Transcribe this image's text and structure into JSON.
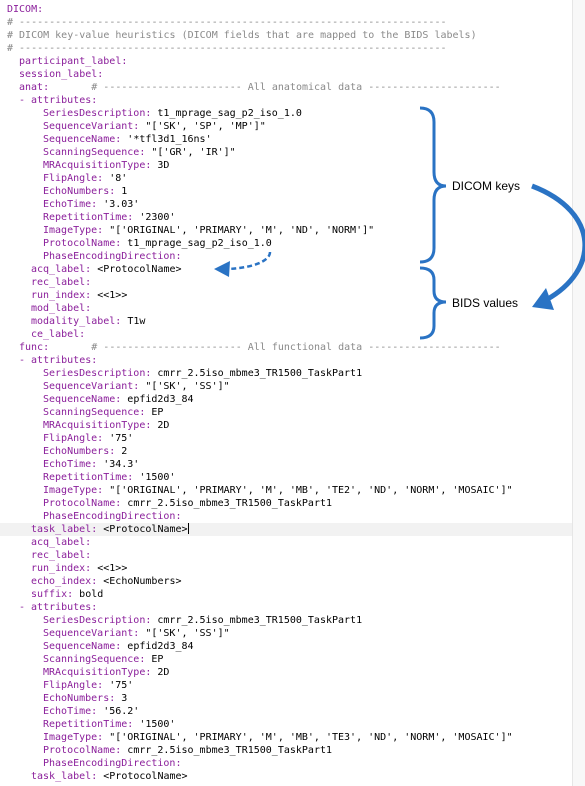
{
  "accent": "#2a73c4",
  "annotations": {
    "dicom_keys": "DICOM keys",
    "bids_values": "BIDS values"
  },
  "lines": [
    {
      "i": 0,
      "k": "DICOM:",
      "v": "",
      "c": ""
    },
    {
      "i": 0,
      "k": "",
      "v": "",
      "c": "# -----------------------------------------------------------------------"
    },
    {
      "i": 0,
      "k": "",
      "v": "",
      "c": "# DICOM key-value heuristics (DICOM fields that are mapped to the BIDS labels)"
    },
    {
      "i": 0,
      "k": "",
      "v": "",
      "c": "# -----------------------------------------------------------------------"
    },
    {
      "i": 2,
      "k": "participant_label:",
      "v": "",
      "c": ""
    },
    {
      "i": 2,
      "k": "session_label:",
      "v": "",
      "c": ""
    },
    {
      "i": 2,
      "k": "anat:",
      "v": "",
      "c": "       # ----------------------- All anatomical data ----------------------"
    },
    {
      "i": 2,
      "k": "- attributes:",
      "v": "",
      "c": ""
    },
    {
      "i": 6,
      "k": "SeriesDescription:",
      "v": " t1_mprage_sag_p2_iso_1.0",
      "c": ""
    },
    {
      "i": 6,
      "k": "SequenceVariant:",
      "v": " \"['SK', 'SP', 'MP']\"",
      "c": ""
    },
    {
      "i": 6,
      "k": "SequenceName:",
      "v": " '*tfl3d1_16ns'",
      "c": ""
    },
    {
      "i": 6,
      "k": "ScanningSequence:",
      "v": " \"['GR', 'IR']\"",
      "c": ""
    },
    {
      "i": 6,
      "k": "MRAcquisitionType:",
      "v": " 3D",
      "c": ""
    },
    {
      "i": 6,
      "k": "FlipAngle:",
      "v": " '8'",
      "c": ""
    },
    {
      "i": 6,
      "k": "EchoNumbers:",
      "v": " 1",
      "c": ""
    },
    {
      "i": 6,
      "k": "EchoTime:",
      "v": " '3.03'",
      "c": ""
    },
    {
      "i": 6,
      "k": "RepetitionTime:",
      "v": " '2300'",
      "c": ""
    },
    {
      "i": 6,
      "k": "ImageType:",
      "v": " \"['ORIGINAL', 'PRIMARY', 'M', 'ND', 'NORM']\"",
      "c": ""
    },
    {
      "i": 6,
      "k": "ProtocolName:",
      "v": " t1_mprage_sag_p2_iso_1.0",
      "c": ""
    },
    {
      "i": 6,
      "k": "PhaseEncodingDirection:",
      "v": "",
      "c": ""
    },
    {
      "i": 4,
      "k": "acq_label:",
      "v": " <ProtocolName>",
      "c": ""
    },
    {
      "i": 4,
      "k": "rec_label:",
      "v": "",
      "c": ""
    },
    {
      "i": 4,
      "k": "run_index:",
      "v": " <<1>>",
      "c": ""
    },
    {
      "i": 4,
      "k": "mod_label:",
      "v": "",
      "c": ""
    },
    {
      "i": 4,
      "k": "modality_label:",
      "v": " T1w",
      "c": ""
    },
    {
      "i": 4,
      "k": "ce_label:",
      "v": "",
      "c": ""
    },
    {
      "i": 2,
      "k": "func:",
      "v": "",
      "c": "       # ----------------------- All functional data ----------------------"
    },
    {
      "i": 2,
      "k": "- attributes:",
      "v": "",
      "c": ""
    },
    {
      "i": 6,
      "k": "SeriesDescription:",
      "v": " cmrr_2.5iso_mbme3_TR1500_TaskPart1",
      "c": ""
    },
    {
      "i": 6,
      "k": "SequenceVariant:",
      "v": " \"['SK', 'SS']\"",
      "c": ""
    },
    {
      "i": 6,
      "k": "SequenceName:",
      "v": " epfid2d3_84",
      "c": ""
    },
    {
      "i": 6,
      "k": "ScanningSequence:",
      "v": " EP",
      "c": ""
    },
    {
      "i": 6,
      "k": "MRAcquisitionType:",
      "v": " 2D",
      "c": ""
    },
    {
      "i": 6,
      "k": "FlipAngle:",
      "v": " '75'",
      "c": ""
    },
    {
      "i": 6,
      "k": "EchoNumbers:",
      "v": " 2",
      "c": ""
    },
    {
      "i": 6,
      "k": "EchoTime:",
      "v": " '34.3'",
      "c": ""
    },
    {
      "i": 6,
      "k": "RepetitionTime:",
      "v": " '1500'",
      "c": ""
    },
    {
      "i": 6,
      "k": "ImageType:",
      "v": " \"['ORIGINAL', 'PRIMARY', 'M', 'MB', 'TE2', 'ND', 'NORM', 'MOSAIC']\"",
      "c": ""
    },
    {
      "i": 6,
      "k": "ProtocolName:",
      "v": " cmrr_2.5iso_mbme3_TR1500_TaskPart1",
      "c": ""
    },
    {
      "i": 6,
      "k": "PhaseEncodingDirection:",
      "v": "",
      "c": ""
    },
    {
      "i": 4,
      "k": "task_label:",
      "v": " <ProtocolName>",
      "c": "",
      "current": true
    },
    {
      "i": 4,
      "k": "acq_label:",
      "v": "",
      "c": ""
    },
    {
      "i": 4,
      "k": "rec_label:",
      "v": "",
      "c": ""
    },
    {
      "i": 4,
      "k": "run_index:",
      "v": " <<1>>",
      "c": ""
    },
    {
      "i": 4,
      "k": "echo_index:",
      "v": " <EchoNumbers>",
      "c": ""
    },
    {
      "i": 4,
      "k": "suffix:",
      "v": " bold",
      "c": ""
    },
    {
      "i": 2,
      "k": "- attributes:",
      "v": "",
      "c": ""
    },
    {
      "i": 6,
      "k": "SeriesDescription:",
      "v": " cmrr_2.5iso_mbme3_TR1500_TaskPart1",
      "c": ""
    },
    {
      "i": 6,
      "k": "SequenceVariant:",
      "v": " \"['SK', 'SS']\"",
      "c": ""
    },
    {
      "i": 6,
      "k": "SequenceName:",
      "v": " epfid2d3_84",
      "c": ""
    },
    {
      "i": 6,
      "k": "ScanningSequence:",
      "v": " EP",
      "c": ""
    },
    {
      "i": 6,
      "k": "MRAcquisitionType:",
      "v": " 2D",
      "c": ""
    },
    {
      "i": 6,
      "k": "FlipAngle:",
      "v": " '75'",
      "c": ""
    },
    {
      "i": 6,
      "k": "EchoNumbers:",
      "v": " 3",
      "c": ""
    },
    {
      "i": 6,
      "k": "EchoTime:",
      "v": " '56.2'",
      "c": ""
    },
    {
      "i": 6,
      "k": "RepetitionTime:",
      "v": " '1500'",
      "c": ""
    },
    {
      "i": 6,
      "k": "ImageType:",
      "v": " \"['ORIGINAL', 'PRIMARY', 'M', 'MB', 'TE3', 'ND', 'NORM', 'MOSAIC']\"",
      "c": ""
    },
    {
      "i": 6,
      "k": "ProtocolName:",
      "v": " cmrr_2.5iso_mbme3_TR1500_TaskPart1",
      "c": ""
    },
    {
      "i": 6,
      "k": "PhaseEncodingDirection:",
      "v": "",
      "c": ""
    },
    {
      "i": 4,
      "k": "task_label:",
      "v": " <ProtocolName>",
      "c": ""
    }
  ]
}
